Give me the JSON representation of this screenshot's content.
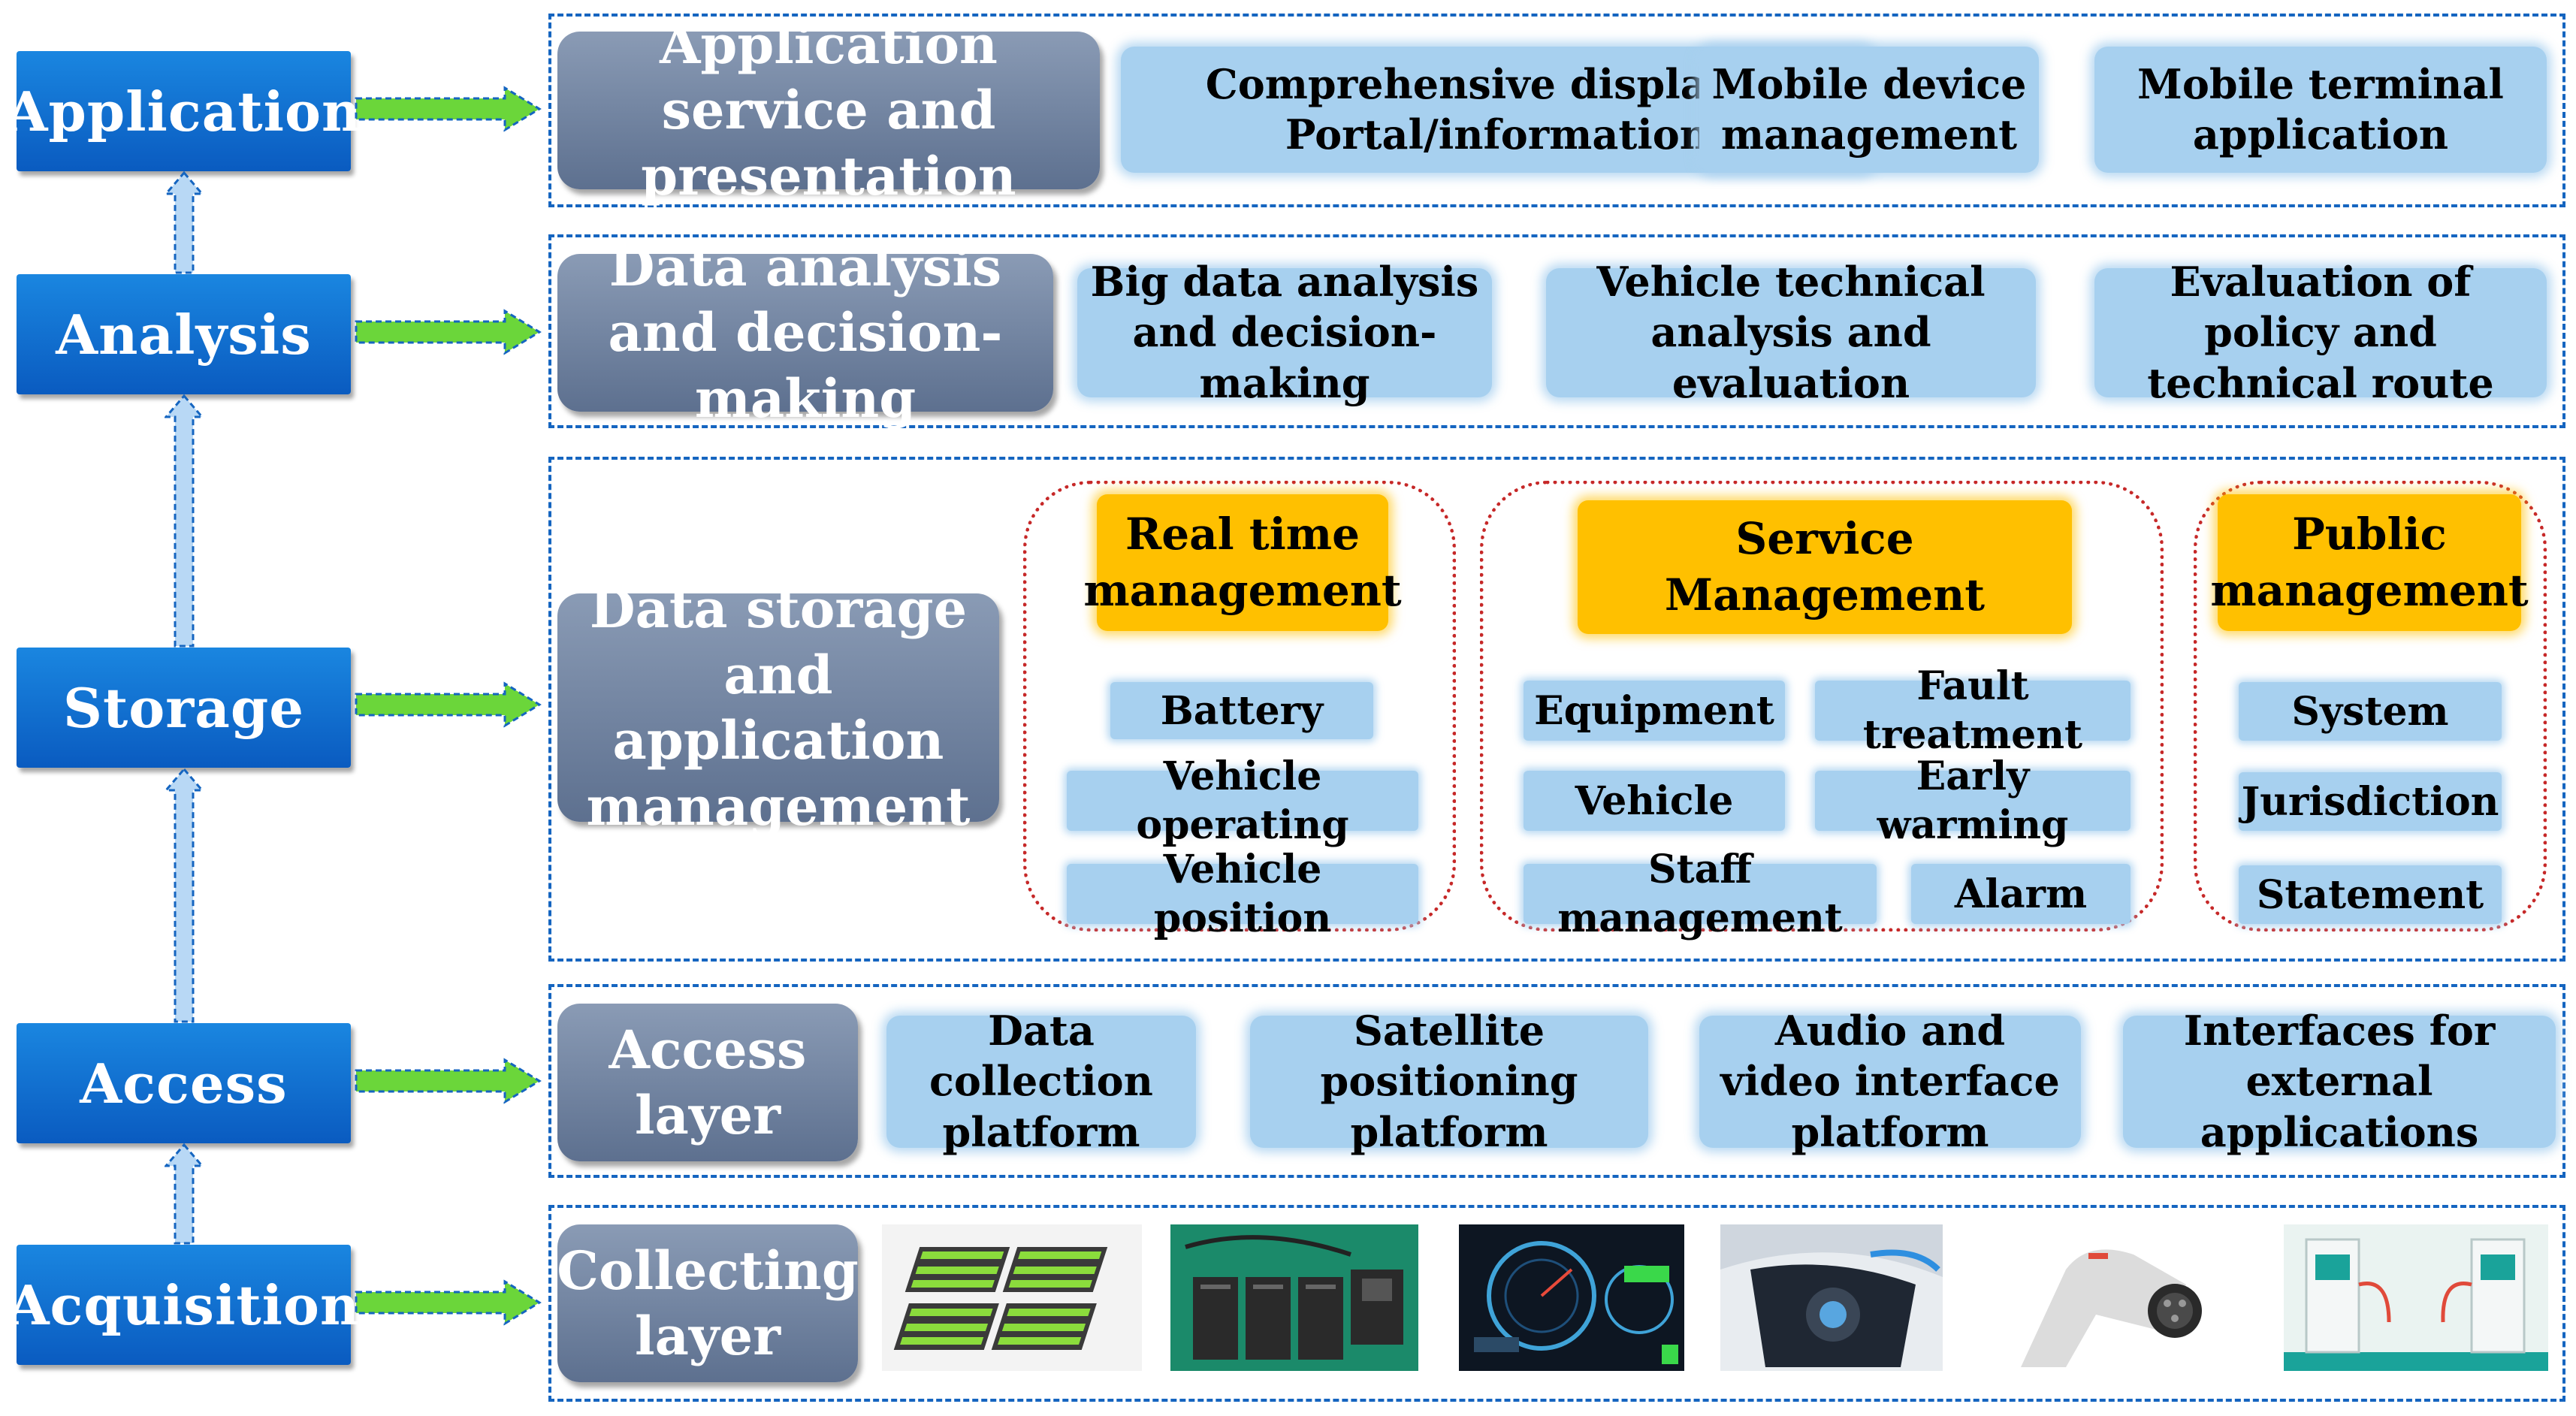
{
  "stages": {
    "application": "Application",
    "analysis": "Analysis",
    "storage": "Storage",
    "access": "Access",
    "acquisition": "Acquisition"
  },
  "layers": {
    "application": {
      "title": "Application service and presentation",
      "items": [
        "Comprehensive display of Portal/information",
        "Mobile device management",
        "Mobile terminal application"
      ]
    },
    "analysis": {
      "title": "Data analysis and decision-making",
      "items": [
        "Big data analysis and decision-making",
        "Vehicle technical analysis and evaluation",
        "Evaluation of policy and technical route"
      ]
    },
    "storage": {
      "title": "Data storage and application management",
      "groups": [
        {
          "title": "Real time management",
          "items": [
            "Battery",
            "Vehicle operating",
            "Vehicle position"
          ]
        },
        {
          "title": "Service Management",
          "items": [
            "Equipment",
            "Fault treatment",
            "Vehicle",
            "Early warming",
            "Staff management",
            "Alarm"
          ]
        },
        {
          "title": "Public management",
          "items": [
            "System",
            "Jurisdiction",
            "Statement"
          ]
        }
      ]
    },
    "access": {
      "title": "Access layer",
      "items": [
        "Data collection platform",
        "Satellite positioning platform",
        "Audio and video interface platform",
        "Interfaces for external applications"
      ]
    },
    "collecting": {
      "title": "Collecting layer",
      "photos": [
        "battery-pack-photo",
        "battery-modules-photo",
        "dashboard-photo",
        "gear-console-photo",
        "charging-plug-photo",
        "charging-station-photo"
      ]
    }
  },
  "colors": {
    "stage_blue": "#0a6fd6",
    "layer_gray": "#6f809d",
    "item_blue": "#a7d0ef",
    "group_head": "#ffc000",
    "group_border": "#c62828",
    "arrow_green": "#6bd63a"
  }
}
